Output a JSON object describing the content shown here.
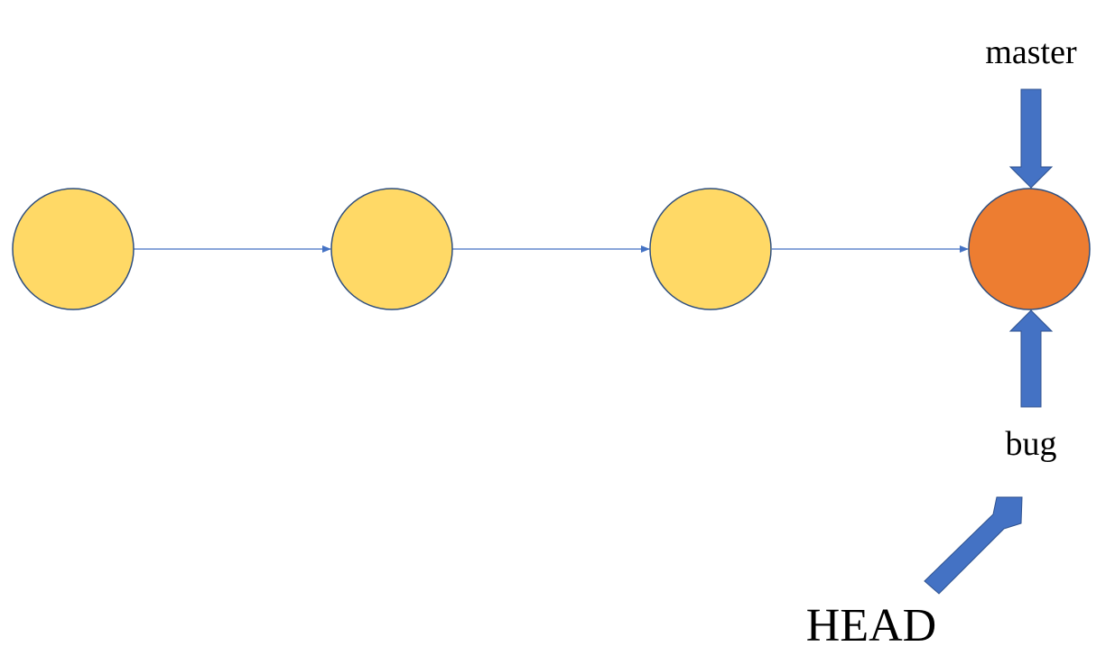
{
  "diagram": {
    "nodes": [
      {
        "id": "c1",
        "kind": "commit"
      },
      {
        "id": "c2",
        "kind": "commit"
      },
      {
        "id": "c3",
        "kind": "commit"
      },
      {
        "id": "c4",
        "kind": "commit",
        "current": true
      }
    ],
    "edges": [
      {
        "from": "c1",
        "to": "c2"
      },
      {
        "from": "c2",
        "to": "c3"
      },
      {
        "from": "c3",
        "to": "c4"
      }
    ],
    "pointers": {
      "master": {
        "label": "master",
        "target": "c4"
      },
      "bug": {
        "label": "bug",
        "target": "c4"
      },
      "head": {
        "label": "HEAD",
        "target": "bug"
      }
    },
    "colors": {
      "commit_fill": "#FFD966",
      "current_commit_fill": "#ED7D31",
      "node_stroke": "#2F4F7F",
      "edge": "#4472C4",
      "pointer_arrow": "#4472C4",
      "pointer_arrow_stroke": "#2F528F"
    }
  }
}
